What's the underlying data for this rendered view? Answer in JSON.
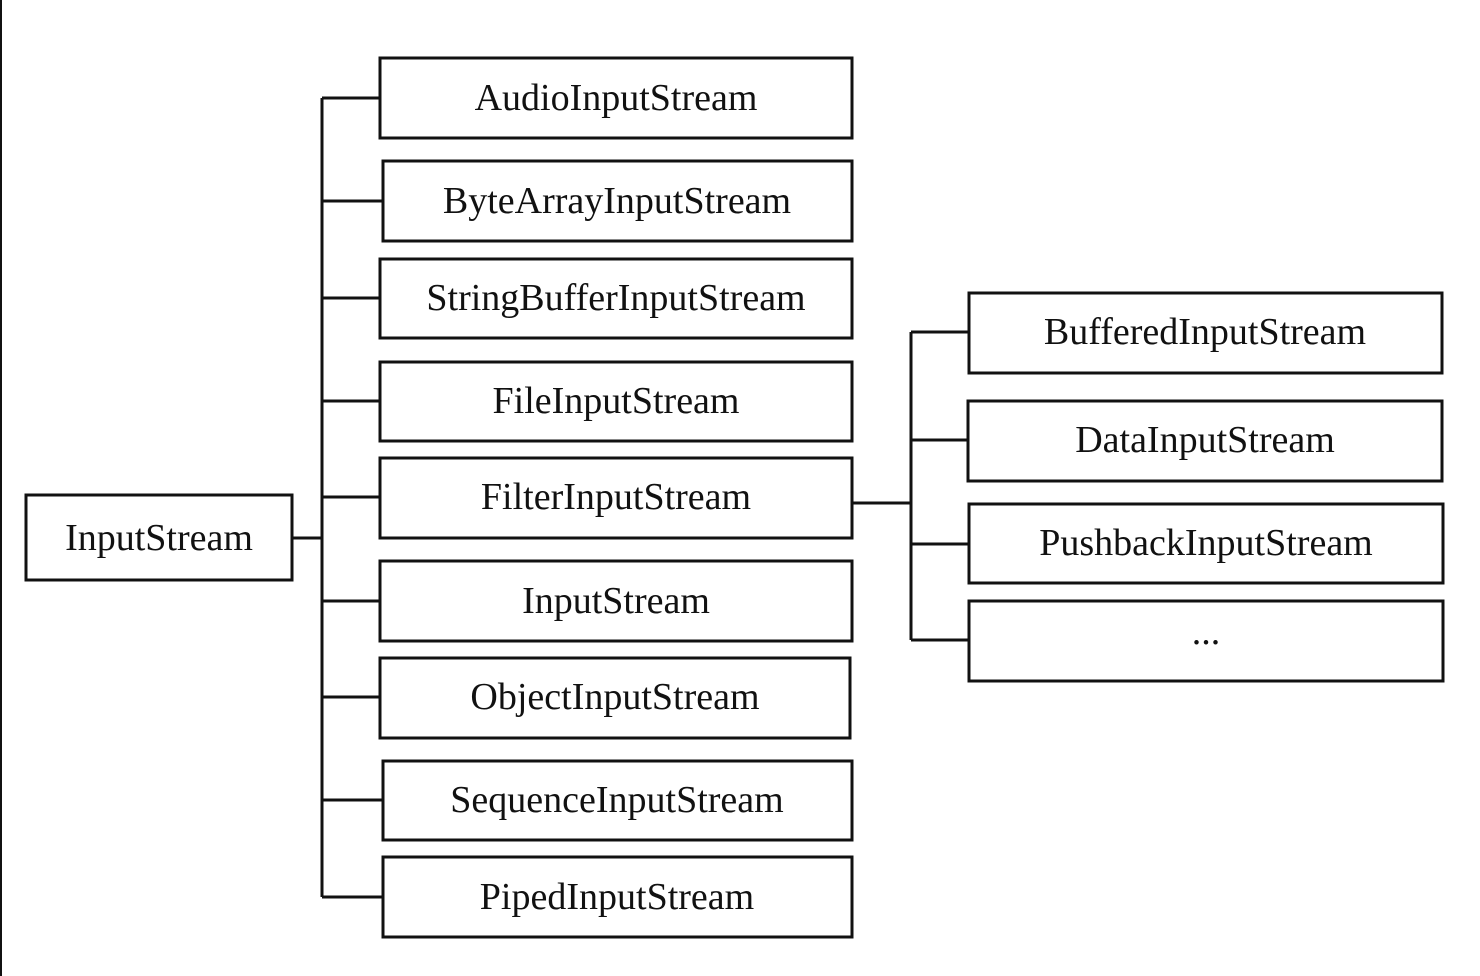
{
  "diagram": {
    "root": {
      "label": "InputStream"
    },
    "subclasses": [
      {
        "label": "AudioInputStream"
      },
      {
        "label": "ByteArrayInputStream"
      },
      {
        "label": "StringBufferInputStream"
      },
      {
        "label": "FileInputStream"
      },
      {
        "label": "FilterInputStream"
      },
      {
        "label": "InputStream"
      },
      {
        "label": "ObjectInputStream"
      },
      {
        "label": "SequenceInputStream"
      },
      {
        "label": "PipedInputStream"
      }
    ],
    "filter_subclasses": [
      {
        "label": "BufferedInputStream"
      },
      {
        "label": "DataInputStream"
      },
      {
        "label": "PushbackInputStream"
      },
      {
        "label": "..."
      }
    ]
  }
}
